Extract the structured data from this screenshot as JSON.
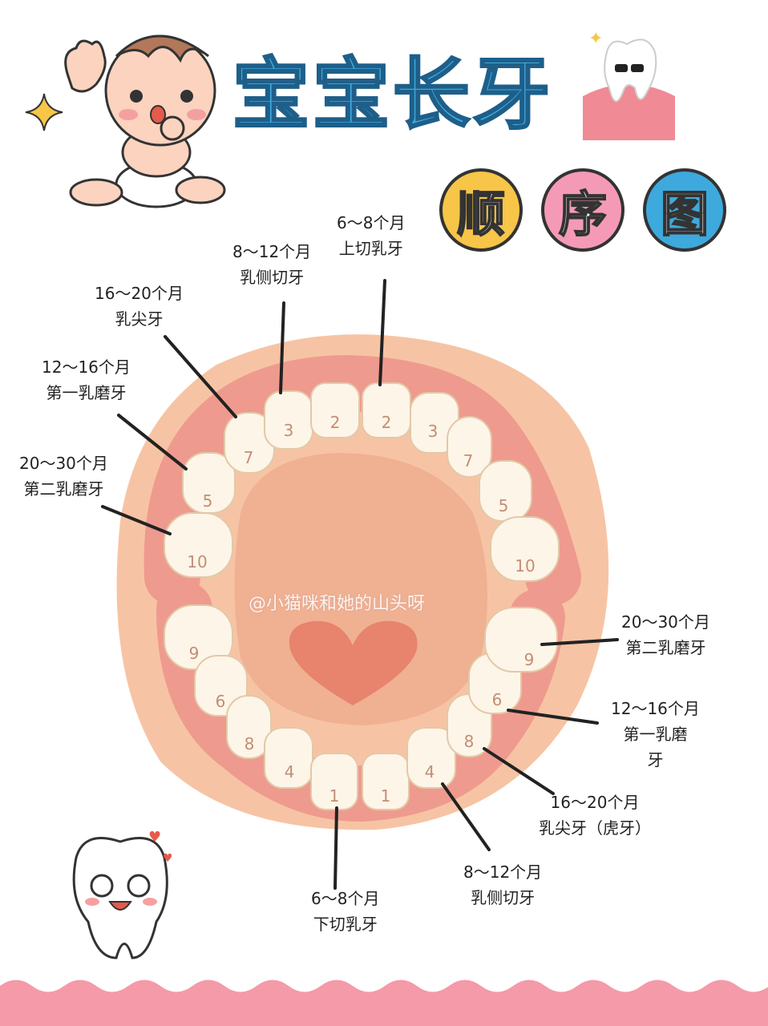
{
  "title": "宝宝长牙",
  "badges": [
    "顺",
    "序",
    "图"
  ],
  "watermark": "@小猫咪和她的山头呀",
  "upper_teeth_labels": [
    {
      "age": "6～8个月",
      "name": "上切乳牙"
    },
    {
      "age": "8～12个月",
      "name": "乳侧切牙"
    },
    {
      "age": "16～20个月",
      "name": "乳尖牙"
    },
    {
      "age": "12～16个月",
      "name": "第一乳磨牙"
    },
    {
      "age": "20～30个月",
      "name": "第二乳磨牙"
    }
  ],
  "lower_teeth_labels": [
    {
      "age": "20～30个月",
      "name": "第二乳磨牙"
    },
    {
      "age": "12～16个月",
      "name": "第一乳磨",
      "name2": "牙"
    },
    {
      "age": "16～20个月",
      "name": "乳尖牙（虎牙）"
    },
    {
      "age": "8～12个月",
      "name": "乳侧切牙"
    },
    {
      "age": "6～8个月",
      "name": "下切乳牙"
    }
  ],
  "upper_tooth_numbers": [
    "10",
    "5",
    "7",
    "3",
    "2",
    "2",
    "3",
    "7",
    "5",
    "10"
  ],
  "lower_tooth_numbers": [
    "9",
    "6",
    "8",
    "4",
    "1",
    "1",
    "4",
    "8",
    "6",
    "9"
  ],
  "colors": {
    "face": "#f6c4a4",
    "gum": "#ef9a8e",
    "mouth": "#f0b092",
    "heart": "#e8836e",
    "title": "#3ea9dc",
    "wave": "#f49aa8"
  }
}
